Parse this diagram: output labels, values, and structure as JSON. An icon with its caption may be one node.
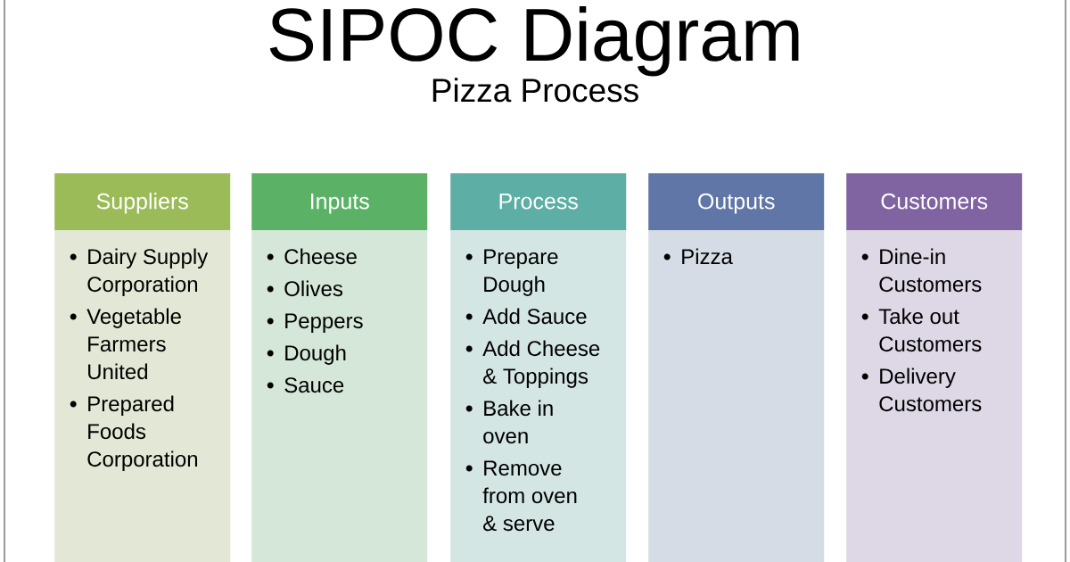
{
  "diagram": {
    "title": "SIPOC Diagram",
    "nodes": [
      {
        "text": [
          "Suppliers"
        ]
      },
      {
        "text": [
          "Dairy Supply Corporation",
          "Vegetable Farmers United",
          "Prepared Foods Corporation"
        ]
      },
      {
        "text": [
          "Inputs"
        ]
      },
      {
        "text": [
          "Cheese",
          "Olives",
          "Peppers",
          "Dough",
          "Sauce"
        ]
      },
      {
        "text": [
          "Process"
        ]
      },
      {
        "text": [
          "Prepare Dough",
          "Add Sauce",
          "Add Cheese & Toppings",
          "Bake in oven",
          "Remove from oven & serve"
        ]
      },
      {
        "text": [
          "Outputs"
        ]
      },
      {
        "text": [
          "Pizza"
        ]
      },
      {
        "text": [
          "Customers"
        ]
      },
      {
        "text": [
          "Dine-in Customers",
          "Take out Customers",
          "Delivery Customers"
        ]
      }
    ],
    "labels": [
      "Pizza Process"
    ]
  }
}
